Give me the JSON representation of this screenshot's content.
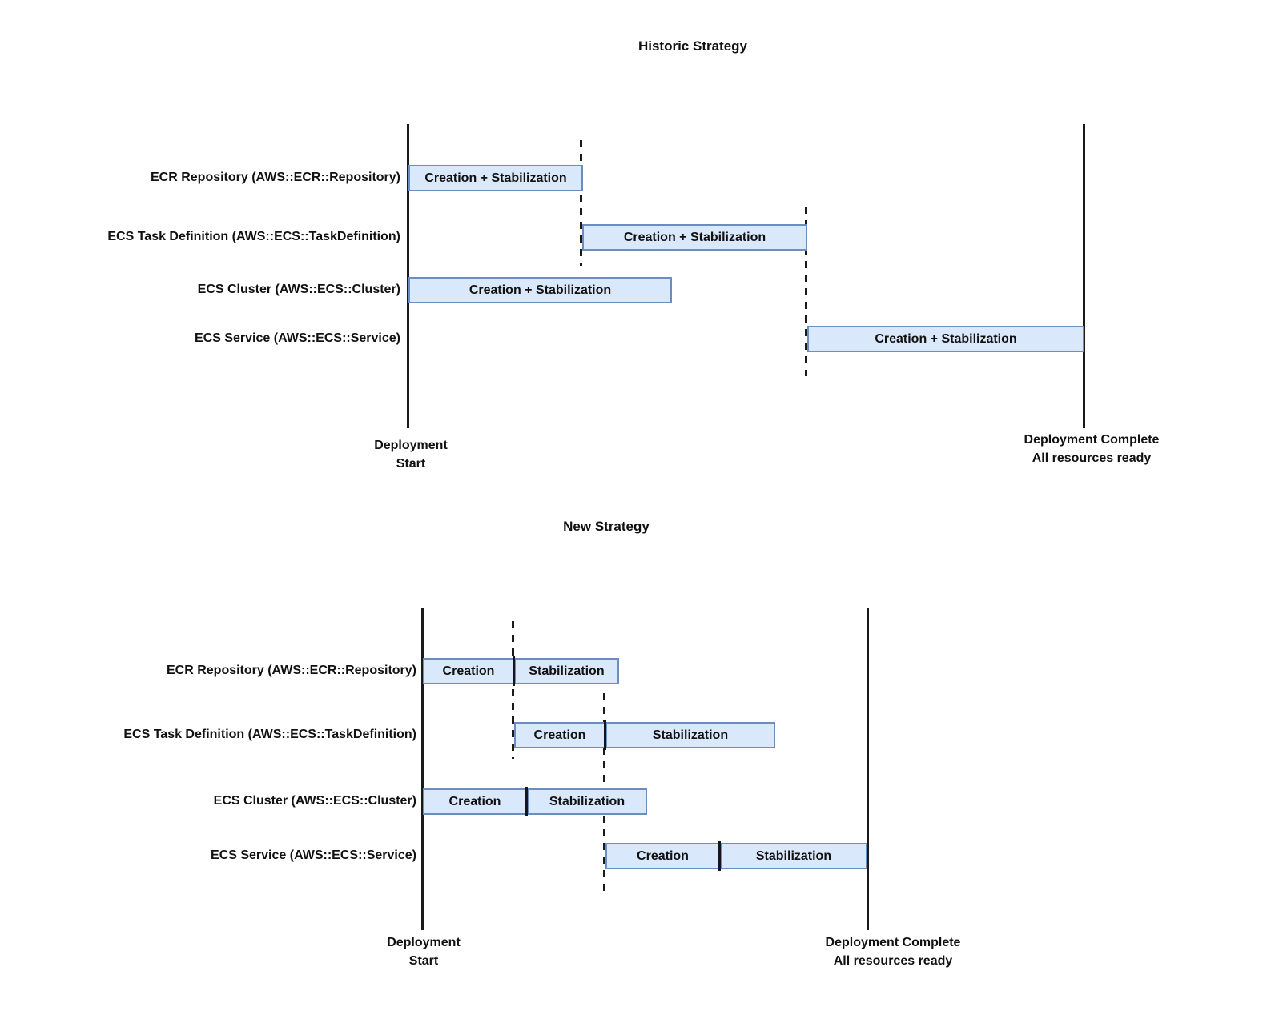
{
  "colors": {
    "bar_fill": "#dae8fc",
    "bar_border": "#6c8ebf",
    "line": "#1a1a1a",
    "divider": "#15151f",
    "background": "#ffffff"
  },
  "historic": {
    "title": "Historic Strategy",
    "rows": [
      {
        "label": "ECR Repository (AWS::ECR::Repository)",
        "bars": [
          {
            "label": "Creation + Stabilization"
          }
        ]
      },
      {
        "label": "ECS Task Definition (AWS::ECS::TaskDefinition)",
        "bars": [
          {
            "label": "Creation + Stabilization"
          }
        ]
      },
      {
        "label": "ECS Cluster (AWS::ECS::Cluster)",
        "bars": [
          {
            "label": "Creation + Stabilization"
          }
        ]
      },
      {
        "label": "ECS Service (AWS::ECS::Service)",
        "bars": [
          {
            "label": "Creation + Stabilization"
          }
        ]
      }
    ],
    "milestones": {
      "start": {
        "line1": "Deployment",
        "line2": "Start"
      },
      "complete": {
        "line1": "Deployment Complete",
        "line2": "All resources ready"
      }
    }
  },
  "new_strategy": {
    "title": "New Strategy",
    "rows": [
      {
        "label": "ECR Repository (AWS::ECR::Repository)",
        "bars": [
          {
            "label": "Creation"
          },
          {
            "label": "Stabilization"
          }
        ]
      },
      {
        "label": "ECS Task Definition (AWS::ECS::TaskDefinition)",
        "bars": [
          {
            "label": "Creation"
          },
          {
            "label": "Stabilization"
          }
        ]
      },
      {
        "label": "ECS Cluster (AWS::ECS::Cluster)",
        "bars": [
          {
            "label": "Creation"
          },
          {
            "label": "Stabilization"
          }
        ]
      },
      {
        "label": "ECS Service (AWS::ECS::Service)",
        "bars": [
          {
            "label": "Creation"
          },
          {
            "label": "Stabilization"
          }
        ]
      }
    ],
    "milestones": {
      "start": {
        "line1": "Deployment",
        "line2": "Start"
      },
      "complete": {
        "line1": "Deployment Complete",
        "line2": "All resources ready"
      }
    }
  }
}
